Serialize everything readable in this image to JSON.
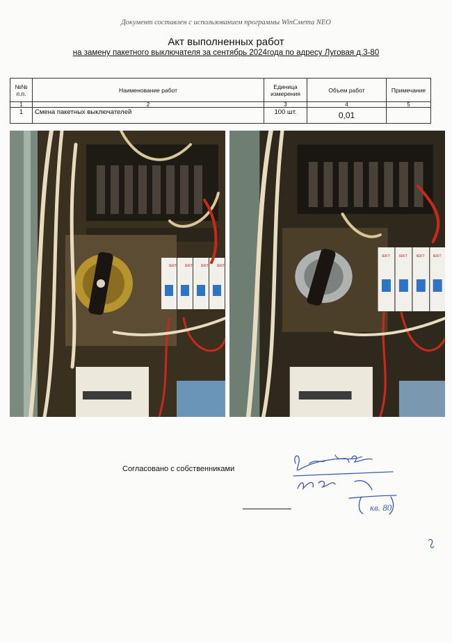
{
  "header": {
    "note": "Документ составлен с использованием программы WinСмета NEO",
    "title": "Акт выполненных работ",
    "subtitle": "на замену пакетного выключателя за сентябрь 2024года по адресу Луговая д.3-80"
  },
  "table": {
    "headers": {
      "num": "№№ п.п.",
      "name": "Наименование работ",
      "unit": "Единица измерения",
      "volume": "Объем работ",
      "note": "Примечание"
    },
    "col_numbers": [
      "1",
      "2",
      "3",
      "4",
      "5"
    ],
    "rows": [
      {
        "num": "1",
        "name": "Смена пакетных выключателей",
        "unit": "100 шт.",
        "volume": "0,01",
        "note": ""
      }
    ]
  },
  "photos": {
    "before": {
      "breaker_labels": [
        "IEKТ",
        "IEKТ",
        "IEKТ",
        "IEKТ"
      ]
    },
    "after": {
      "breaker_labels": [
        "IEKТ",
        "IEKТ",
        "IEKТ",
        "IEKТ"
      ]
    }
  },
  "footer": {
    "agreed": "Согласовано с собственниками",
    "handwriting": [
      "кв. 80"
    ]
  },
  "colors": {
    "wire_red": "#c8291f",
    "wire_cream": "#e8dcc0",
    "breaker_white": "#f2f0ea"
  }
}
